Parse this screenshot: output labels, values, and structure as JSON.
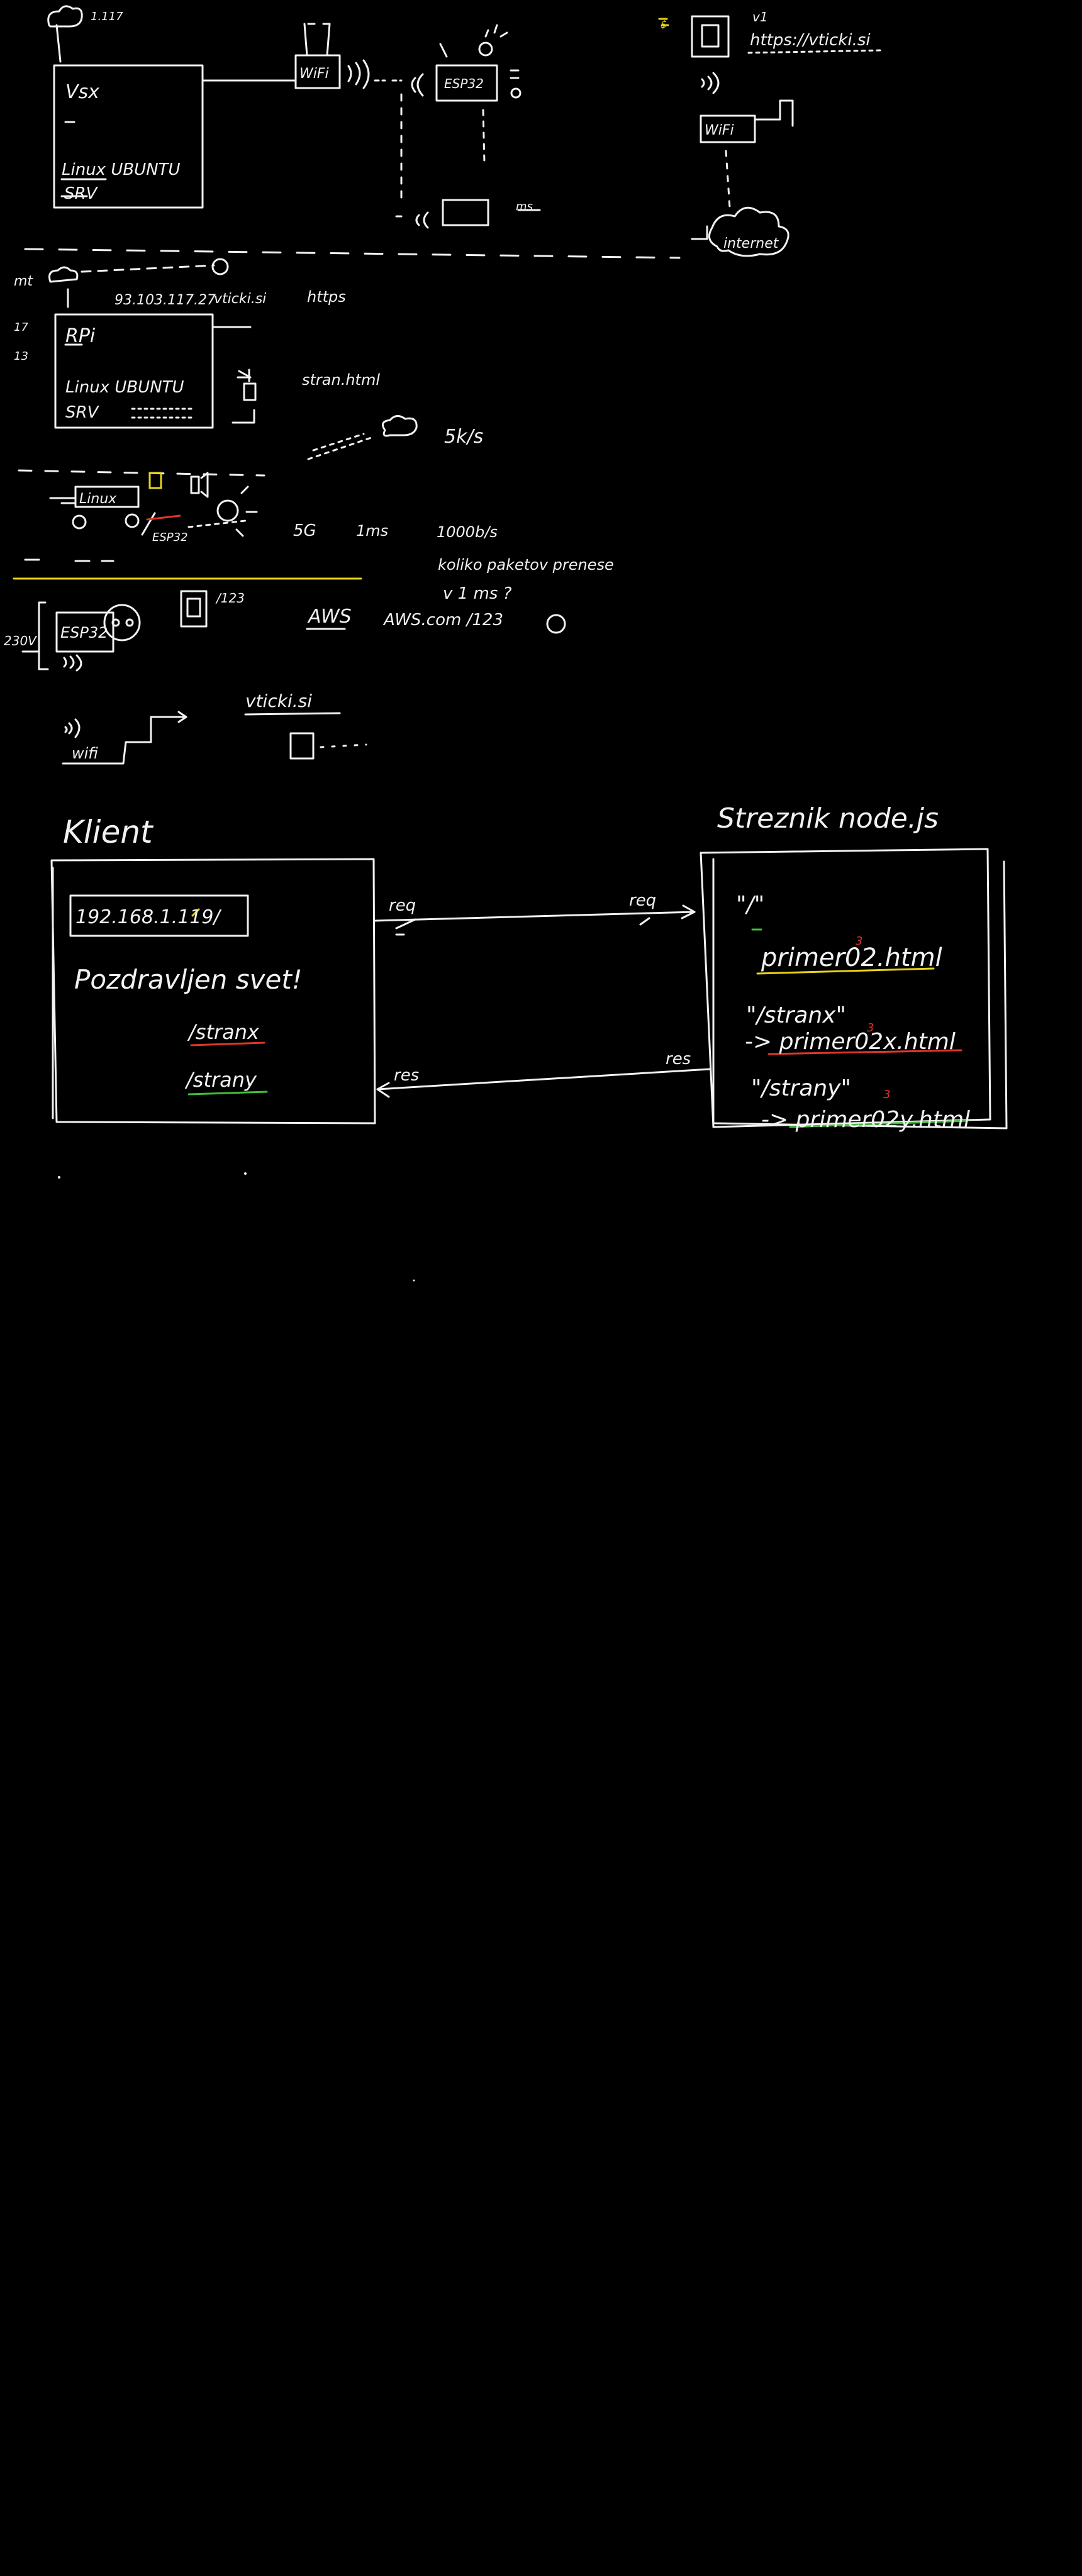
{
  "colors": {
    "background": "#000000",
    "chalk": "#f2f2f2",
    "yellow": "#e8d21a",
    "red": "#e0352b",
    "green": "#3fbf3a"
  },
  "top_section": {
    "ip_label": "1.117",
    "server_box": {
      "title": "Vsx",
      "line1": "Linux UBUNTU",
      "line2": "SRV"
    },
    "wifi_label": "WiFi",
    "esp_label": "ESP32",
    "sensor_label": "ms",
    "url_label": "https://vticki.si",
    "version_label": "v1",
    "small_label": "$",
    "wifi_label_2": "WiFi",
    "internet_label": "internet"
  },
  "middle_section": {
    "mt_label": "mt",
    "public_ip": "93.103.117.27",
    "domain": "vticki.si",
    "protocol": "https",
    "side_labels": [
      "17",
      "13"
    ],
    "rpi_box": {
      "title": "RPi",
      "line1": "Linux UBUNTU",
      "line2": "SRV"
    },
    "page_label": "stran.html",
    "speed": "5k/s",
    "linux_small": "Linux",
    "esp_small": "ESP32",
    "fiveg": "5G",
    "latency": "1ms",
    "throughput": "1000b/s",
    "question_line": "koliko paketov prenese",
    "question_line2": "v 1 ms ?",
    "ip_small": "/123",
    "voltage": "230V",
    "esp_box": "ESP32",
    "aws": "AWS",
    "aws_url": "AWS.com /123",
    "vticki_url": "vticki.si",
    "wifi_label": "wifi"
  },
  "diagram": {
    "client": {
      "title": "Klient",
      "address": "192.168.1.119/",
      "message": "Pozdravljen svet!",
      "link1": "/stranx",
      "link2": "/strany"
    },
    "server": {
      "title": "Streznik node.js",
      "route_root": "\"/\"",
      "file_root": "primer02.html",
      "route_x": "\"/stranx\"",
      "file_x": "-> primer02x.html",
      "route_y": "\"/strany\"",
      "file_y": "-> primer02y.html",
      "marker": "3"
    },
    "arrows": {
      "req_left": "req",
      "req_right": "req",
      "res_left": "res",
      "res_right": "res"
    }
  }
}
